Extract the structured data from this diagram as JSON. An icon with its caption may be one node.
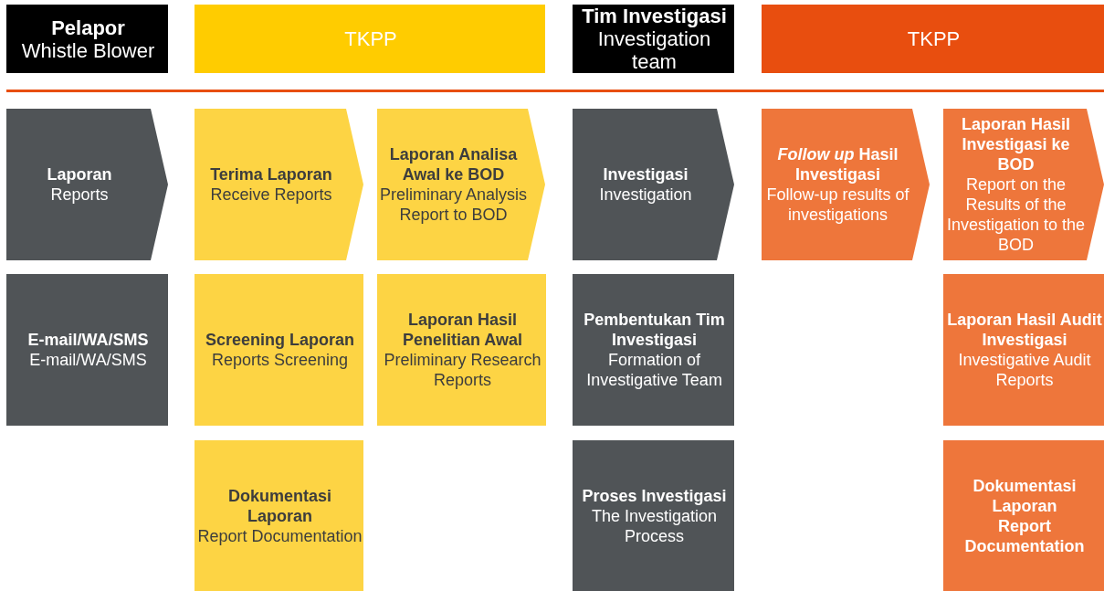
{
  "diagram": {
    "nodes": [
      {
        "text": [
          "Pelapor",
          "Whistle Blower"
        ]
      },
      {
        "text": [
          "TKPP"
        ]
      },
      {
        "text": [
          "Tim Investigasi",
          "Investigation team"
        ]
      },
      {
        "text": [
          "TKPP"
        ]
      },
      {
        "text": [
          "Laporan",
          "Reports"
        ]
      },
      {
        "text": [
          "Terima Laporan",
          "Receive Reports"
        ]
      },
      {
        "text": [
          "Laporan Analisa Awal ke BOD",
          "Preliminary Analysis Report to BOD"
        ]
      },
      {
        "text": [
          "Investigasi",
          "Investigation"
        ]
      },
      {
        "text": [
          "*Follow up* Hasil Investigasi",
          "Follow-up results of investigations"
        ]
      },
      {
        "text": [
          "Laporan Hasil Investigasi ke BOD",
          "Report on the Results of the Investigation to the BOD"
        ]
      },
      {
        "text": [
          "E-mail/WA/SMS",
          "E-mail/WA/SMS"
        ]
      },
      {
        "text": [
          "Screening Laporan",
          "Reports Screening"
        ]
      },
      {
        "text": [
          "Laporan Hasil Penelitian Awal",
          "Preliminary Research Reports"
        ]
      },
      {
        "text": [
          "Pembentukan Tim Investigasi",
          "Formation of Investigative Team"
        ]
      },
      {
        "text": [
          "Laporan Hasil Audit Investigasi",
          "Investigative Audit Reports"
        ]
      },
      {
        "text": [
          "Dokumentasi Laporan",
          "Report Documentation"
        ]
      },
      {
        "text": [
          "Proses Investigasi",
          "The Investigation Process"
        ]
      },
      {
        "text": [
          "Dokumentasi Laporan",
          "Report Documentation"
        ]
      }
    ]
  }
}
